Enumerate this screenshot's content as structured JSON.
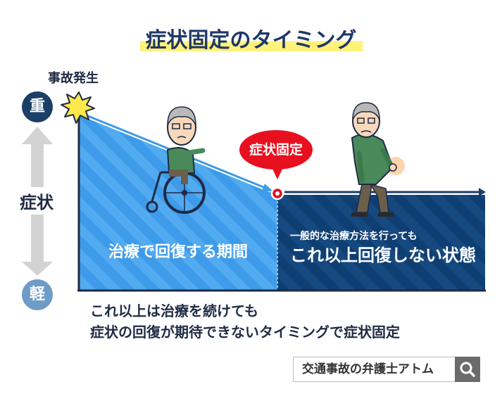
{
  "title": "症状固定のタイミング",
  "accident_label": "事故発生",
  "severity": {
    "heavy": "重",
    "light": "軽",
    "axis_label": "症状"
  },
  "fixation_label": "症状固定",
  "regions": {
    "treatment": "治療で回復する期間",
    "plateau_sub": "一般的な治療方法を行っても",
    "plateau_main": "これ以上回復しない状態"
  },
  "caption": {
    "line1": "これ以上は治療を続けても",
    "line2": "症状の回復が期待できないタイミングで症状固定"
  },
  "search": {
    "text": "交通事故の弁護士アトム"
  },
  "colors": {
    "navy": "#1b3f66",
    "light_blue": "#3d9be9",
    "dark_blue": "#0f3e73",
    "red": "#e8101e",
    "highlight": "#fff27a"
  },
  "icons": [
    "burst-icon",
    "wheelchair-person-icon",
    "hurting-person-icon",
    "search-icon"
  ]
}
